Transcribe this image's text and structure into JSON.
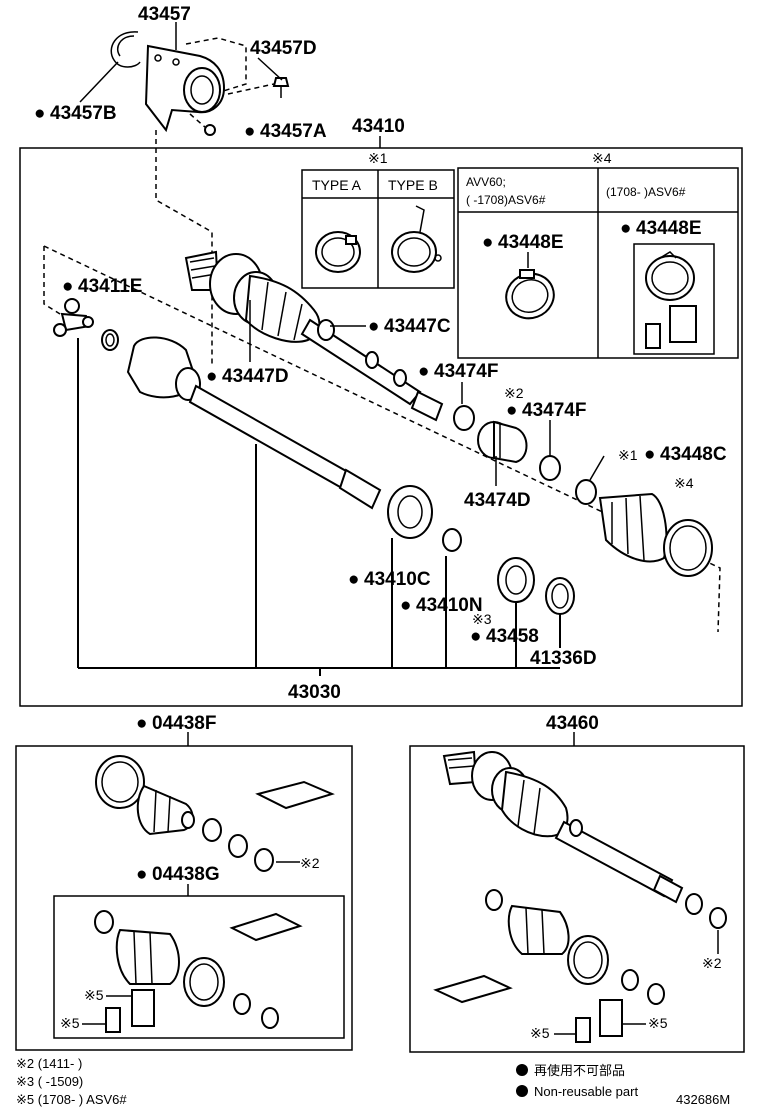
{
  "parts": {
    "p43457": "43457",
    "p43457D": "43457D",
    "p43457B": "43457B",
    "p43457A": "43457A",
    "p43410": "43410",
    "p43411E": "43411E",
    "p43447C": "43447C",
    "p43447D": "43447D",
    "p43474F_a": "43474F",
    "p43474F_b": "43474F",
    "p43474D": "43474D",
    "p43448C": "43448C",
    "p43448E_a": "43448E",
    "p43448E_b": "43448E",
    "p43410C": "43410C",
    "p43410N": "43410N",
    "p43458": "43458",
    "p41336D": "41336D",
    "p43030": "43030",
    "p04438F": "04438F",
    "p04438G": "04438G",
    "p43460": "43460"
  },
  "marks": {
    "note1": "※1",
    "note2": "※2",
    "note3": "※3",
    "note4": "※4",
    "note5": "※5",
    "dot": "●"
  },
  "type_box": {
    "type_a": "TYPE A",
    "type_b": "TYPE B"
  },
  "avv_box": {
    "left_line1": "AVV60;",
    "left_line2": "(      -1708)ASV6#",
    "right_header": "(1708-      )ASV6#"
  },
  "footnotes": {
    "n2": "※2 (1411-      )",
    "n3": "※3 (      -1509)",
    "n5": "※5 (1708-      ) ASV6#"
  },
  "legend": {
    "reusable_jp": "再使用不可部品",
    "nonreusable_en": "Non-reusable part"
  },
  "diagram_id": "432686M"
}
